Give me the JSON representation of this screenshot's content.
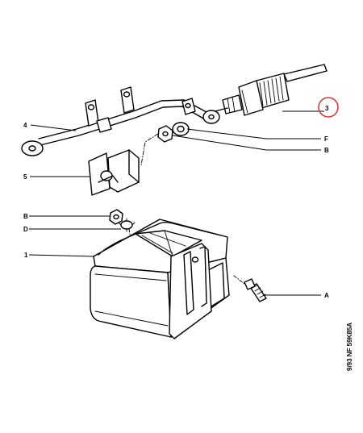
{
  "callouts": {
    "c3": "3",
    "c4": "4",
    "c5": "5",
    "c1": "1",
    "cB_left": "B",
    "cD_left": "D",
    "cF_right": "F",
    "cB_right": "B",
    "cA_right": "A"
  },
  "reference_code": "9/93 NF 59K85A",
  "highlight_color": "#d93a3a",
  "line_color": "#000000"
}
